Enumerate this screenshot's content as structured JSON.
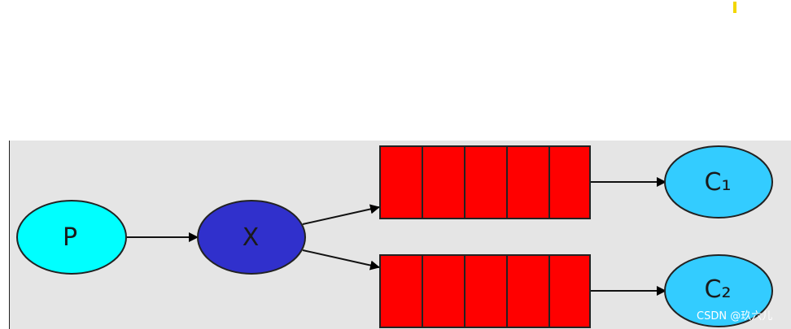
{
  "diagram": {
    "nodes": {
      "producer": {
        "label": "P",
        "color": "#00ffff"
      },
      "exchange": {
        "label": "X",
        "color": "#3030cc"
      },
      "consumer1": {
        "label": "C₁",
        "color": "#33ccff"
      },
      "consumer2": {
        "label": "C₂",
        "color": "#33ccff"
      }
    },
    "queues": [
      {
        "id": "queue-1",
        "slots": 5,
        "color": "#ff0000"
      },
      {
        "id": "queue-2",
        "slots": 5,
        "color": "#ff0000"
      }
    ],
    "edges": [
      {
        "from": "producer",
        "to": "exchange"
      },
      {
        "from": "exchange",
        "to": "queue-1"
      },
      {
        "from": "exchange",
        "to": "queue-2"
      },
      {
        "from": "queue-1",
        "to": "consumer1"
      },
      {
        "from": "queue-2",
        "to": "consumer2"
      }
    ],
    "background": "#e5e5e5"
  },
  "watermark": "CSDN @玖六儿"
}
